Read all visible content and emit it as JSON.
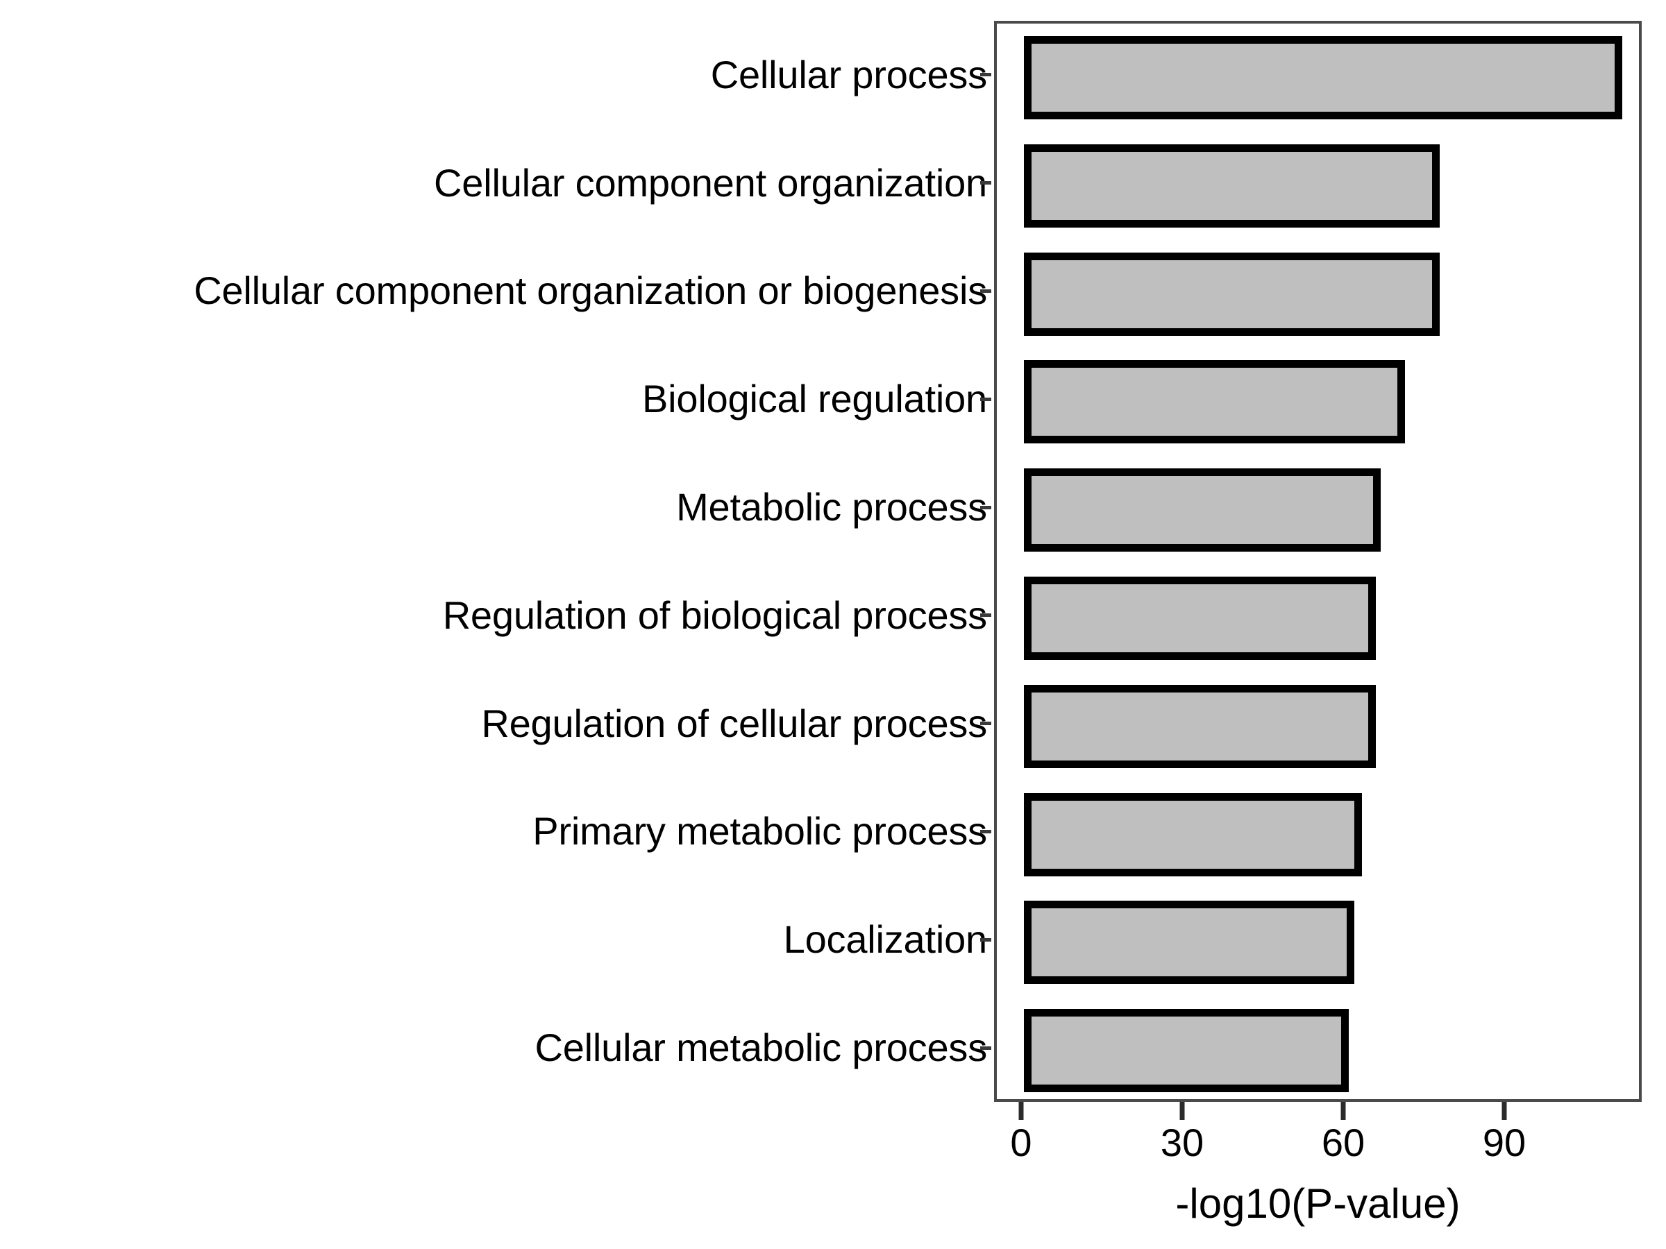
{
  "chart_data": {
    "type": "bar",
    "orientation": "horizontal",
    "title": "",
    "xlabel": "-log10(P-value)",
    "ylabel": "",
    "categories": [
      "Cellular process",
      "Cellular component organization",
      "Cellular component organization or biogenesis",
      "Biological regulation",
      "Metabolic process",
      "Regulation of biological process",
      "Regulation of cellular process",
      "Primary metabolic process",
      "Localization",
      "Cellular metabolic process"
    ],
    "values": [
      111.5,
      77.5,
      77.5,
      71.0,
      66.5,
      65.5,
      65.5,
      63.0,
      61.5,
      60.5
    ],
    "xticks": [
      0,
      30,
      60,
      90
    ],
    "xtick_labels": [
      "0",
      "30",
      "60",
      "90"
    ],
    "xlim": [
      -2,
      118
    ],
    "ylim": null,
    "grid": false,
    "legend": null,
    "bar_fill_color": "#bfbfbf",
    "bar_border_color": "#000000",
    "panel_border_color": "#4a4a4a",
    "background_color": "#ffffff"
  }
}
